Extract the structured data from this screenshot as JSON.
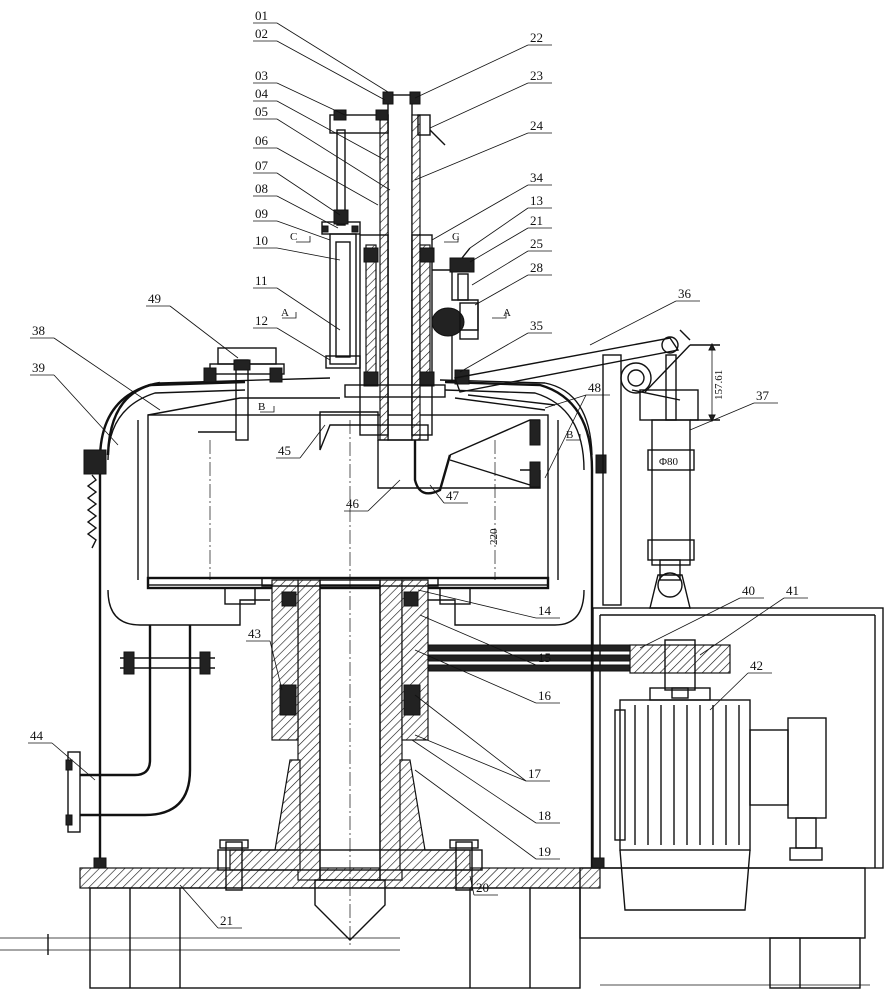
{
  "part_labels": [
    "01",
    "02",
    "03",
    "04",
    "05",
    "06",
    "07",
    "08",
    "09",
    "10",
    "11",
    "12",
    "22",
    "23",
    "24",
    "34",
    "13",
    "21",
    "25",
    "28",
    "36",
    "35",
    "48",
    "37",
    "49",
    "38",
    "39",
    "45",
    "46",
    "47",
    "40",
    "41",
    "42",
    "14",
    "43",
    "15",
    "16",
    "17",
    "18",
    "19",
    "44",
    "20",
    "21"
  ],
  "section_marks": {
    "c_left": "C",
    "c_right": "C",
    "a_left": "A",
    "a_right": "A",
    "b_left": "B",
    "b_right": "B"
  },
  "dimensions": {
    "vertical_right": "157.61",
    "cylinder_bore": "Φ80",
    "inner_height": "220"
  }
}
